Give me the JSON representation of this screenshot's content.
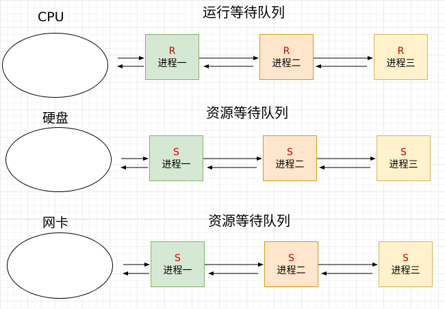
{
  "rows": [
    {
      "device": "CPU",
      "queue_title": "运行等待队列",
      "processes": [
        {
          "state": "R",
          "name": "进程一"
        },
        {
          "state": "R",
          "name": "进程二"
        },
        {
          "state": "R",
          "name": "进程三"
        }
      ]
    },
    {
      "device": "硬盘",
      "queue_title": "资源等待队列",
      "processes": [
        {
          "state": "S",
          "name": "进程一"
        },
        {
          "state": "S",
          "name": "进程二"
        },
        {
          "state": "S",
          "name": "进程三"
        }
      ]
    },
    {
      "device": "网卡",
      "queue_title": "资源等待队列",
      "processes": [
        {
          "state": "S",
          "name": "进程一"
        },
        {
          "state": "S",
          "name": "进程二"
        },
        {
          "state": "S",
          "name": "进程三"
        }
      ]
    }
  ],
  "colors": {
    "green": "#d5e8d4",
    "orange": "#ffe6cc",
    "yellow": "#fff2cc",
    "state_text": "#d00000"
  }
}
